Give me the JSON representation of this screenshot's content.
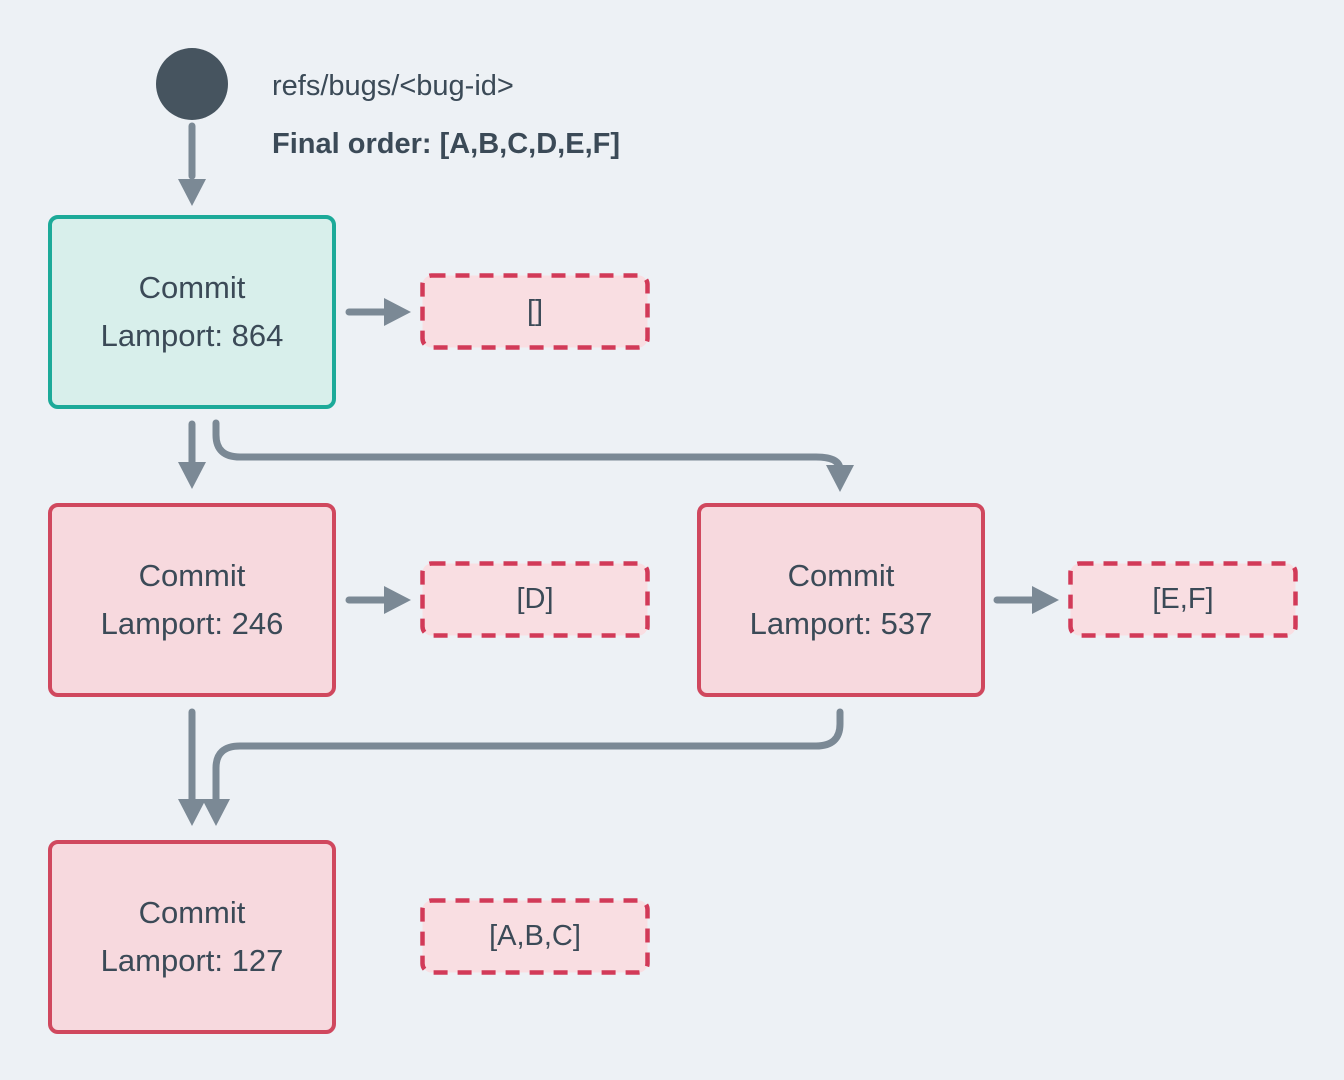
{
  "header": {
    "ref_label": "refs/bugs/<bug-id>",
    "final_order_label": "Final order: [A,B,C,D,E,F]"
  },
  "diagram": {
    "commits": [
      {
        "id": "root",
        "title": "Commit",
        "lamport": 864,
        "lamport_label": "Lamport: 864",
        "variant": "teal",
        "ops": "[]"
      },
      {
        "id": "left",
        "title": "Commit",
        "lamport": 246,
        "lamport_label": "Lamport: 246",
        "variant": "pink",
        "ops": "[D]"
      },
      {
        "id": "right",
        "title": "Commit",
        "lamport": 537,
        "lamport_label": "Lamport: 537",
        "variant": "pink",
        "ops": "[E,F]"
      },
      {
        "id": "merge",
        "title": "Commit",
        "lamport": 127,
        "lamport_label": "Lamport: 127",
        "variant": "pink",
        "ops": "[A,B,C]"
      }
    ],
    "edges": [
      {
        "from": "ref-circle",
        "to": "commit-864"
      },
      {
        "from": "commit-864",
        "to": "ops-[]"
      },
      {
        "from": "commit-864",
        "to": "commit-246"
      },
      {
        "from": "commit-864",
        "to": "commit-537"
      },
      {
        "from": "commit-246",
        "to": "ops-[D]"
      },
      {
        "from": "commit-537",
        "to": "ops-[E,F]"
      },
      {
        "from": "commit-246",
        "to": "commit-127"
      },
      {
        "from": "commit-537",
        "to": "commit-127"
      },
      {
        "from": "commit-127",
        "to": "ops-[A,B,C]"
      }
    ]
  },
  "colors": {
    "background": "#edf1f5",
    "text_slate": "#3b4a57",
    "circle_slate": "#46545f",
    "arrow_gray": "#7b8995",
    "teal_border": "#1caa99",
    "teal_fill": "#d8efeb",
    "red_border": "#d0485e",
    "red_dashed_border": "#d23a58",
    "pink_fill": "#f7d9de",
    "pink_dashed_fill": "#f9dee2"
  }
}
